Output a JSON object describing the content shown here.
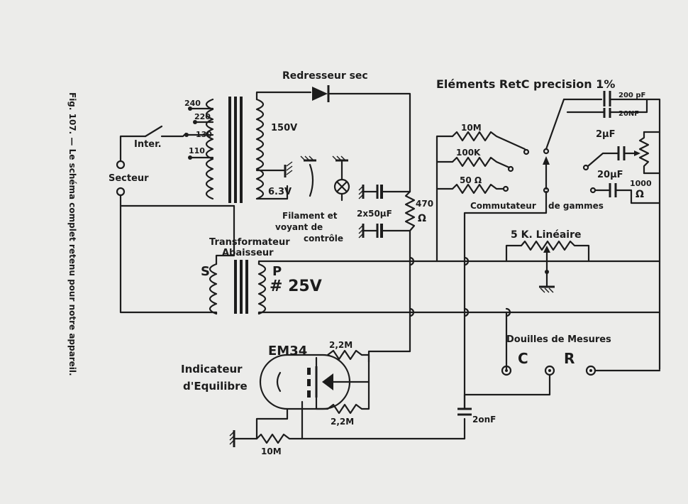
{
  "caption": "Fig. 107. — Le schéma complet retenu pour notre appareil.",
  "labels": {
    "redresseur": "Redresseur sec",
    "elements": "Eléments RetC precision 1%",
    "inter": "Inter.",
    "secteur": "Secteur",
    "v150": "150V",
    "v63": "6.3V",
    "t240": "240",
    "t220": "220",
    "t130": "130",
    "t110": "110",
    "filament": "Filament et",
    "voyant": "voyant de",
    "controle": "contrôle",
    "cap2x50": "2x50µF",
    "r470a": "470",
    "r470b": "Ω",
    "r10m": "10M",
    "r100k": "100K",
    "r50": "50 Ω",
    "c200p": "200 pF",
    "c20nf": "20NF",
    "c2uf": "2µF",
    "c20uf": "20µF",
    "r1000a": "1000",
    "r1000b": "Ω",
    "commutateur": "Commutateur",
    "gammes": "de gammes",
    "transfo1": "Transformateur",
    "transfo2": "Abaisseur",
    "s": "S",
    "p": "P",
    "v25": "# 25V",
    "pot5k": "5 K. Linéaire",
    "douilles": "Douilles de Mesures",
    "c_letter": "C",
    "r_letter": "R",
    "em34": "EM34",
    "indicateur1": "Indicateur",
    "indicateur2": "d'Equilibre",
    "r22a": "2,2M",
    "r22b": "2,2M",
    "r10m_bottom": "10M",
    "c20nf_bottom": "2onF"
  }
}
